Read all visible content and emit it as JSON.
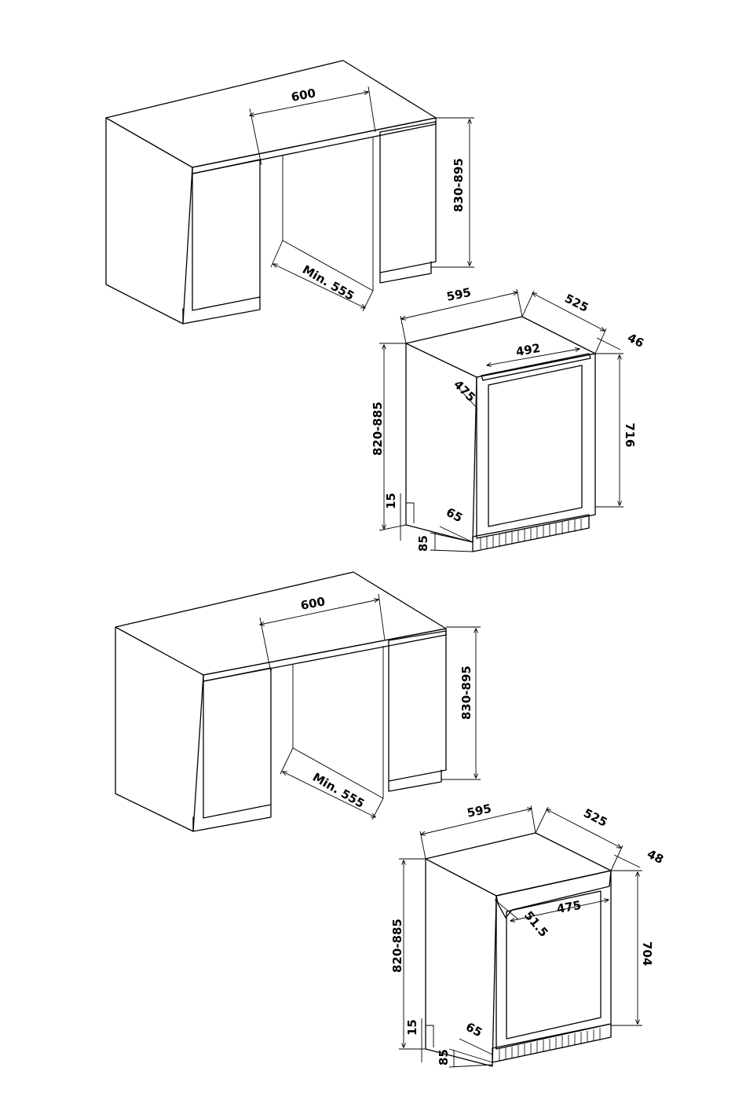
{
  "diagrams": [
    {
      "cabinet": {
        "width_label": "600",
        "height_label": "830-895",
        "depth_label": "Min. 555"
      },
      "appliance": {
        "width_label": "595",
        "depth_label": "525",
        "handle_offset_label": "46",
        "handle_length_label": "492",
        "door_depth_label": "475",
        "door_height_label": "716",
        "total_height_label": "820-885",
        "foot_label": "15",
        "base_depth_label": "65",
        "base_height_label": "85"
      }
    },
    {
      "cabinet": {
        "width_label": "600",
        "height_label": "830-895",
        "depth_label": "Min. 555"
      },
      "appliance": {
        "width_label": "595",
        "depth_label": "525",
        "handle_offset_label": "48",
        "handle_length_label": "475",
        "door_depth_label": "51.5",
        "door_height_label": "704",
        "total_height_label": "820-885",
        "foot_label": "15",
        "base_depth_label": "65",
        "base_height_label": "85"
      }
    }
  ]
}
